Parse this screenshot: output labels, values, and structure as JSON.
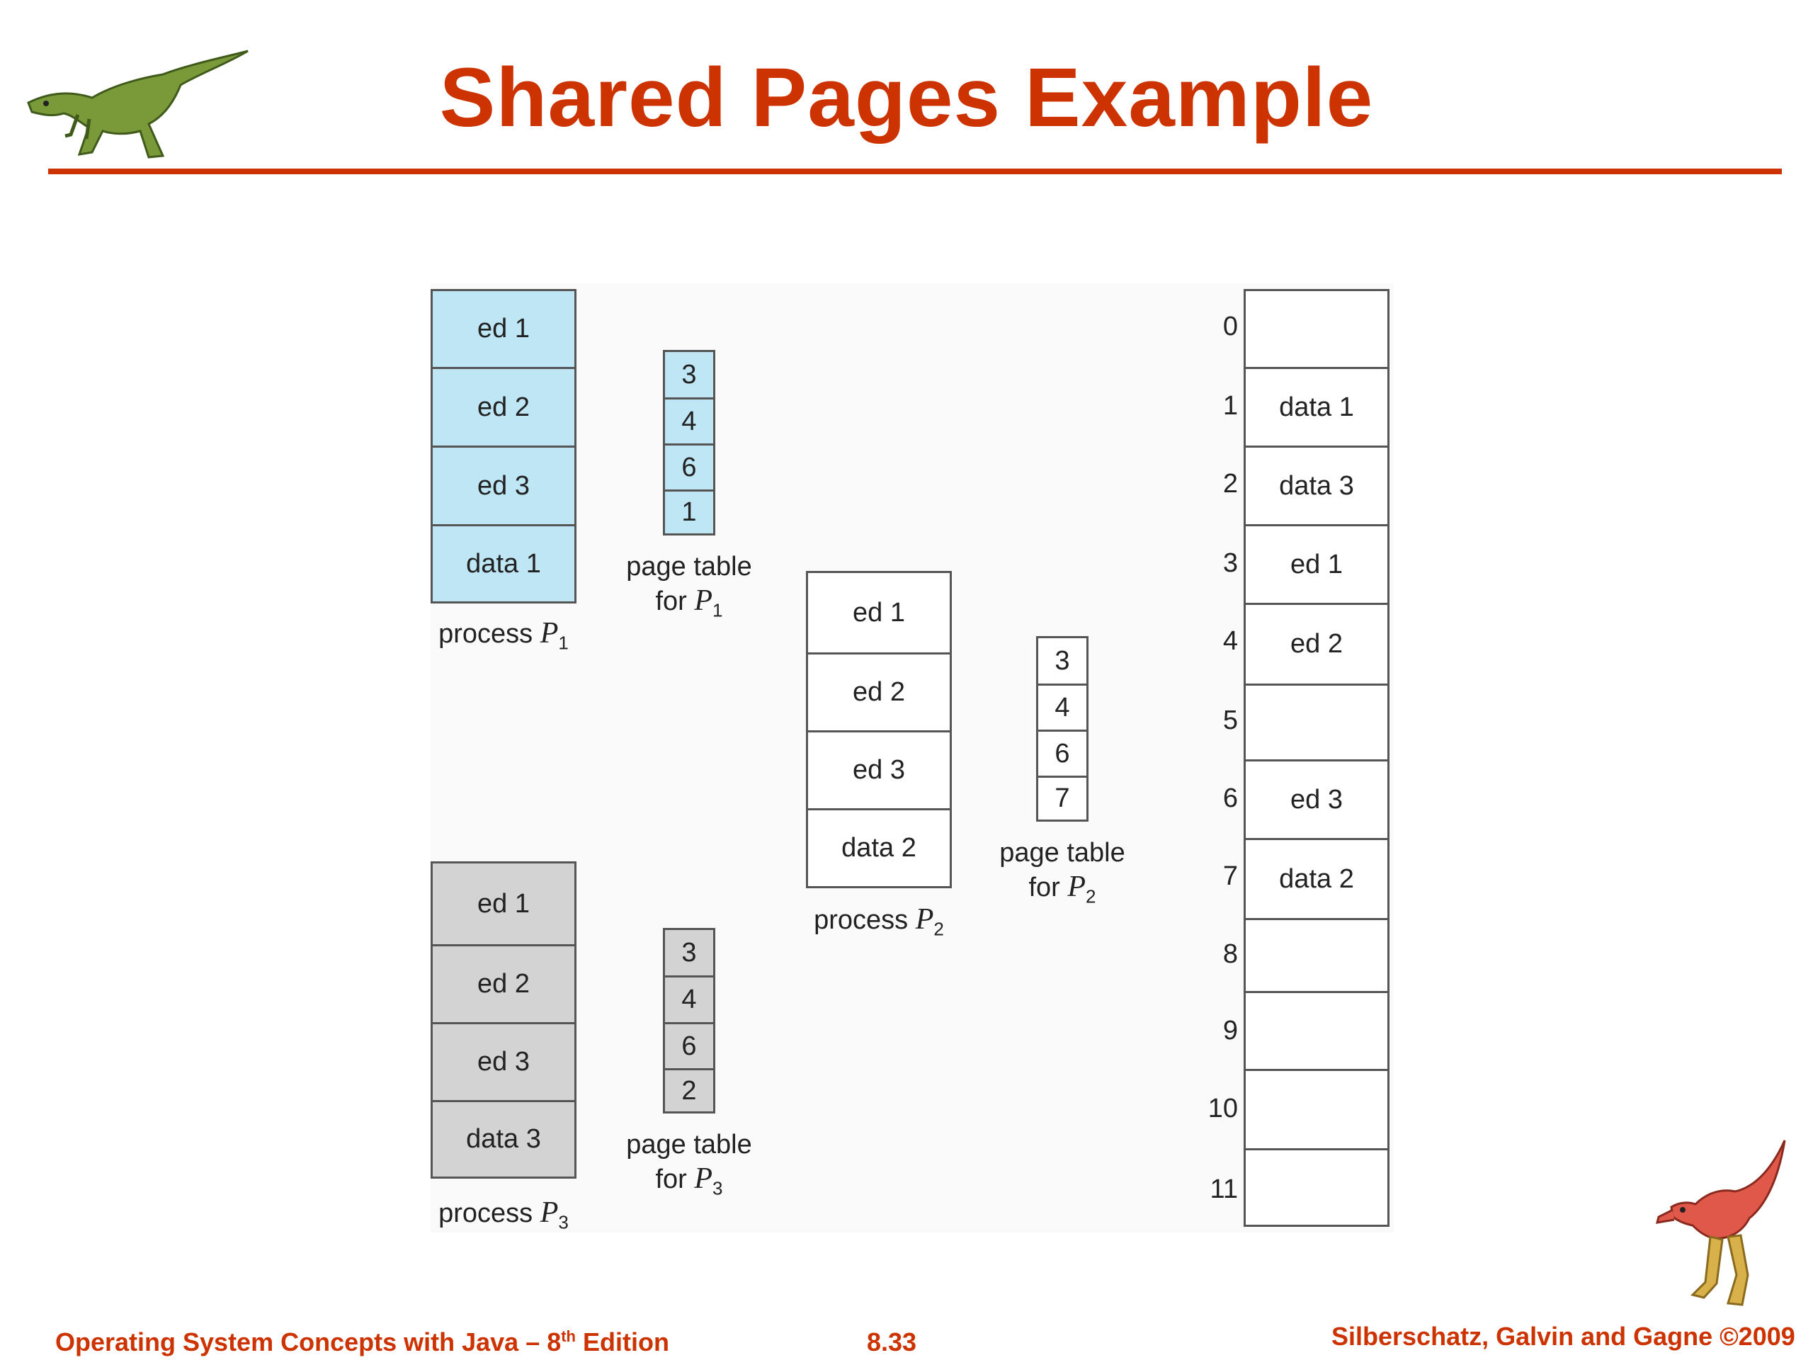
{
  "title": "Shared Pages Example",
  "colors": {
    "accent": "#cc3300",
    "p1_fill": "#bfe6f5",
    "p3_fill": "#d3d3d3",
    "p2_fill": "#ffffff"
  },
  "processes": {
    "p1": {
      "pages": [
        "ed 1",
        "ed 2",
        "ed 3",
        "data 1"
      ],
      "caption": "process ",
      "sub": "1"
    },
    "p2": {
      "pages": [
        "ed 1",
        "ed 2",
        "ed 3",
        "data 2"
      ],
      "caption": "process ",
      "sub": "2"
    },
    "p3": {
      "pages": [
        "ed 1",
        "ed 2",
        "ed 3",
        "data 3"
      ],
      "caption": "process ",
      "sub": "3"
    }
  },
  "page_tables": {
    "p1": {
      "entries": [
        "3",
        "4",
        "6",
        "1"
      ],
      "line1": "page table",
      "line2": "for ",
      "sub": "1"
    },
    "p2": {
      "entries": [
        "3",
        "4",
        "6",
        "7"
      ],
      "line1": "page table",
      "line2": "for ",
      "sub": "2"
    },
    "p3": {
      "entries": [
        "3",
        "4",
        "6",
        "2"
      ],
      "line1": "page table",
      "line2": "for ",
      "sub": "3"
    }
  },
  "physical_memory": {
    "frames": [
      {
        "number": "0",
        "content": ""
      },
      {
        "number": "1",
        "content": "data 1"
      },
      {
        "number": "2",
        "content": "data 3"
      },
      {
        "number": "3",
        "content": "ed 1"
      },
      {
        "number": "4",
        "content": "ed 2"
      },
      {
        "number": "5",
        "content": ""
      },
      {
        "number": "6",
        "content": "ed 3"
      },
      {
        "number": "7",
        "content": "data 2"
      },
      {
        "number": "8",
        "content": ""
      },
      {
        "number": "9",
        "content": ""
      },
      {
        "number": "10",
        "content": ""
      },
      {
        "number": "11",
        "content": ""
      }
    ]
  },
  "footer": {
    "left": "Operating System Concepts  with Java – 8",
    "left_sup": "th",
    "left_tail": " Edition",
    "center": "8.33",
    "right": "Silberschatz, Galvin and Gagne ©2009"
  }
}
